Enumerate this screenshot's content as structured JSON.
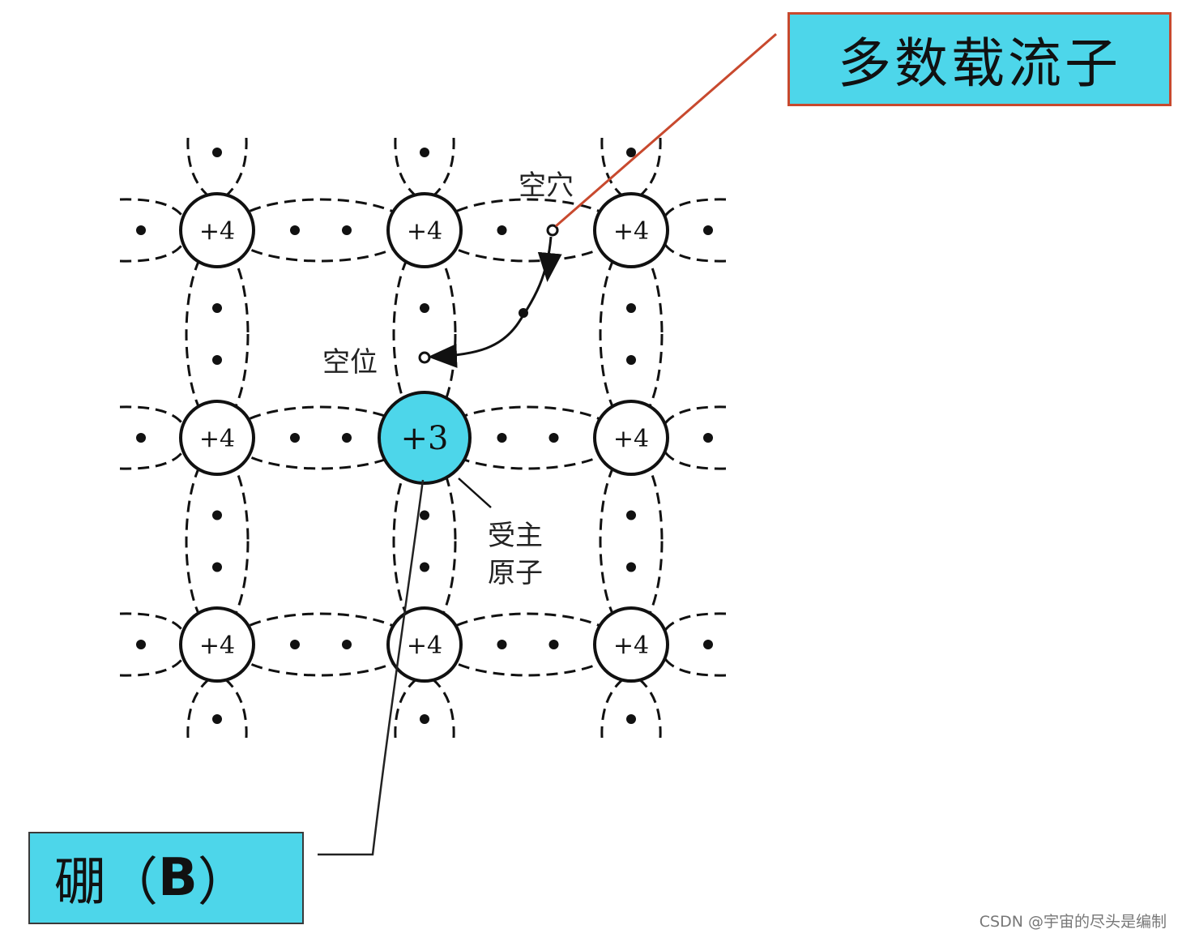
{
  "colors": {
    "accent": "#4dd6ea",
    "pointer_red": "#c8492e",
    "line": "#111111"
  },
  "labels": {
    "hole": "空穴",
    "vacancy": "空位",
    "acceptor_line1": "受主",
    "acceptor_line2": "原子",
    "lattice_atom": "+4",
    "acceptor_atom": "+3"
  },
  "callouts": {
    "majority_carrier": "多数载流子",
    "boron_prefix": "硼（",
    "boron_symbol": "B",
    "boron_suffix": "）"
  },
  "watermark": "CSDN @宇宙的尽头是编制"
}
